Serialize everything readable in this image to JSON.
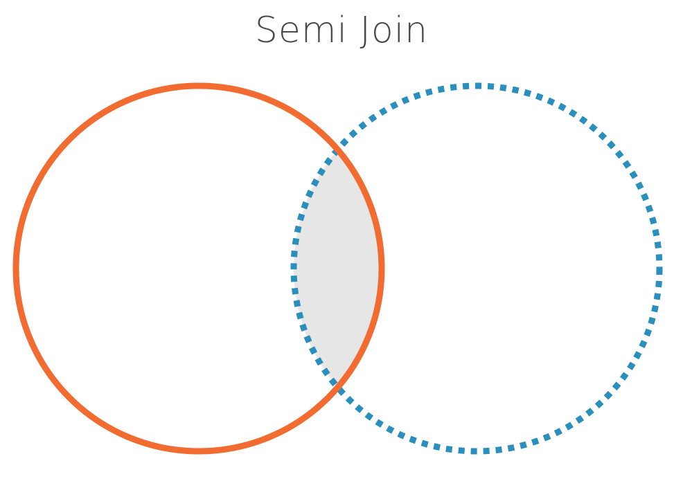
{
  "title": "Semi Join",
  "colors": {
    "left_circle": "#f26b30",
    "right_circle": "#2a8fbd",
    "overlap_fill": "#e6e6e6",
    "background": "#ffffff"
  },
  "diagram": {
    "type": "venn",
    "left_set": {
      "style": "solid",
      "highlighted_overlap": true
    },
    "right_set": {
      "style": "dotted"
    }
  }
}
